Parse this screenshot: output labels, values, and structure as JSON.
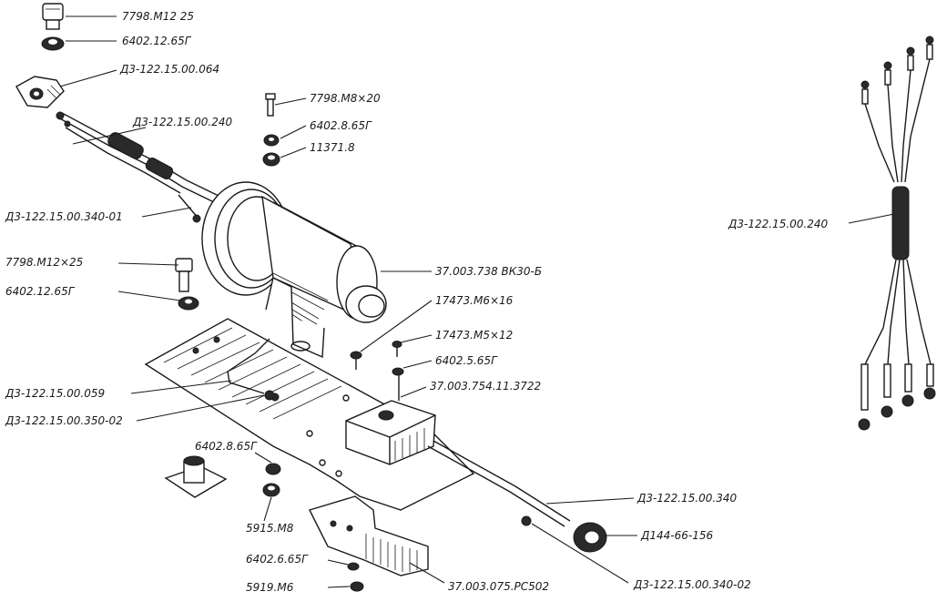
{
  "labels": {
    "bolt_m12_25": "7798.M12 25",
    "washer_12_top": "6402.12.65Г",
    "clamp_064": "Д3-122.15.00.064",
    "bolt_m8x20": "7798.M8×20",
    "harness_240_left": "Д3-122.15.00.240",
    "washer_8_65": "6402.8.65Г",
    "nut_11371_8": "11371.8",
    "harness_340_01": "Д3-122.15.00.340-01",
    "bolt_m12x25": "7798.M12×25",
    "washer_12_mid": "6402.12.65Г",
    "rectifier": "37.003.738 ВК30-Б",
    "screw_m6x16": "17473.M6×16",
    "screw_m5x12": "17473.M5×12",
    "washer_5_65": "6402.5.65Г",
    "bracket_059": "Д3-122.15.00.059",
    "resistor_3722": "37.003.754.11.3722",
    "wire_350_02": "Д3-122.15.00.350-02",
    "washer_8_bottom": "6402.8.65Г",
    "wire_340": "Д3-122.15.00.340",
    "nut_5915_m8": "5915.M8",
    "grommet_d144": "Д144-66-156",
    "washer_6_65": "6402.6.65Г",
    "regulator_rc502": "37.003.075.РС502",
    "nut_5919_m6": "5919.M6",
    "wire_340_02": "Д3-122.15.00.340-02",
    "harness_240_right": "Д3-122.15.00.240"
  }
}
